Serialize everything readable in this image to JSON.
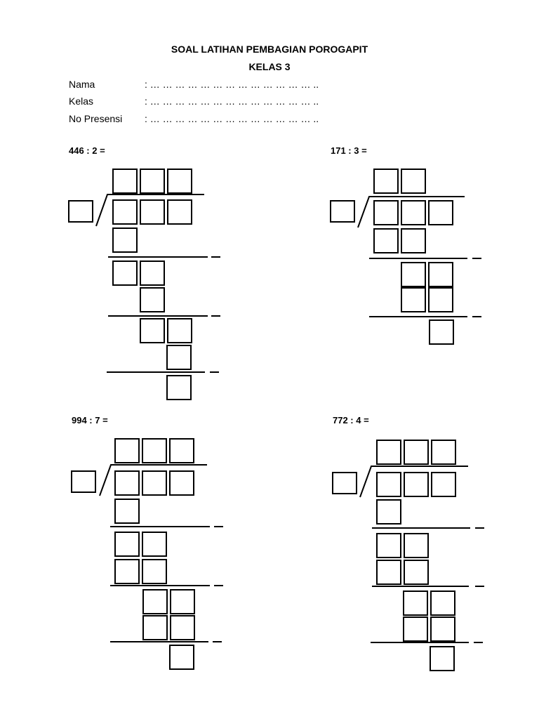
{
  "worksheet": {
    "title": "SOAL LATIHAN PEMBAGIAN POROGAPIT",
    "grade": "KELAS 3"
  },
  "fields": [
    {
      "label": "Nama",
      "value": ": … … … … … … … … … … … … … .."
    },
    {
      "label": "Kelas",
      "value": ": … … … … … … … … … … … … … .."
    },
    {
      "label": "No Presensi",
      "value": ": … … … … … … … … … … … … … .."
    }
  ],
  "problems": [
    {
      "label": "446 : 2 ="
    },
    {
      "label": "171 : 3 ="
    },
    {
      "label": "994 : 7 ="
    },
    {
      "label": "772 : 4 ="
    }
  ]
}
